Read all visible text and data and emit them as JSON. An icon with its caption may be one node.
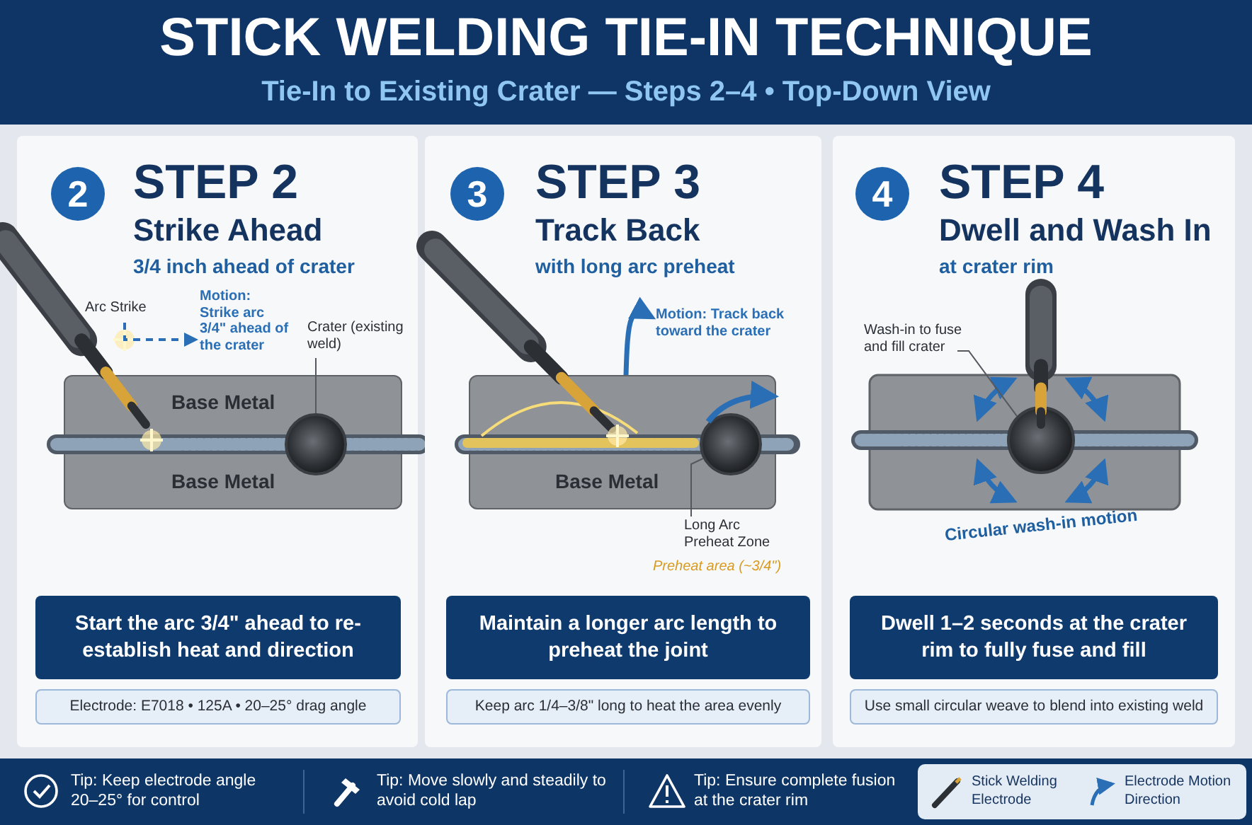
{
  "diagram": {
    "title": "STICK WELDING TIE-IN TECHNIQUE",
    "nodes": [
      {
        "text": [
          "STEP 2",
          "Strike Ahead",
          "3/4 inch ahead of crater"
        ]
      },
      {
        "text": [
          "2"
        ],
        "in": 0
      },
      {
        "text": [
          "Base Metal",
          "Base Metal"
        ],
        "in": 0
      },
      {
        "text": [],
        "shape": "circle",
        "in": 2
      },
      {
        "text": [
          "Arc Strike"
        ],
        "in": 0
      },
      {
        "text": [
          "Motion: Strike arc 3/4\" ahead of the crater"
        ],
        "in": 0
      },
      {
        "text": [
          "Crater (existing weld)"
        ],
        "in": 0
      },
      {
        "text": [
          "Start the arc 3/4\" ahead to re-establish heat and direction"
        ],
        "in": 0
      },
      {
        "text": [
          "Electrode: E7018 • 125A • 20–25° drag angle"
        ],
        "in": 0
      },
      {
        "text": [
          "STEP 3",
          "Track Back",
          "with long arc preheat"
        ]
      },
      {
        "text": [
          "3"
        ],
        "in": 9
      },
      {
        "text": [
          "Base Metal"
        ],
        "in": 9
      },
      {
        "text": [],
        "shape": "circle",
        "in": 11
      },
      {
        "text": [
          "Motion: Track back toward the crater"
        ],
        "in": 9
      },
      {
        "text": [
          "Long Arc Preheat Zone"
        ],
        "beside": [
          "Preheat area (~3/4\")"
        ],
        "in": 9
      },
      {
        "text": [
          "Maintain a longer arc length to preheat the joint"
        ],
        "in": 9
      },
      {
        "text": [
          "Keep arc 1/4–3/8\" long to heat the area evenly"
        ],
        "in": 9
      },
      {
        "text": [
          "STEP 4",
          "Dwell and Wash In",
          "at crater rim"
        ]
      },
      {
        "text": [
          "4"
        ],
        "in": 17
      },
      {
        "text": [
          "Wash-in to fuse and fill crater"
        ],
        "in": 17
      },
      {
        "text": [],
        "shape": "circle",
        "in": 17
      },
      {
        "text": [
          "Dwell 1–2 seconds at the crater rim to fully fuse and fill"
        ],
        "in": 17
      },
      {
        "text": [
          "Use small circular weave to blend into existing weld"
        ],
        "in": 17
      }
    ],
    "edges": [
      {
        "from": 4,
        "to": 5,
        "arrow": "to",
        "style": "dashed",
        "color": "#2a6fb5"
      },
      {
        "from": 6,
        "to": 3,
        "arrow": "none"
      },
      {
        "from": 11,
        "to": 13,
        "arrow": "to",
        "style": "thick",
        "color": "#2a6fb5"
      },
      {
        "from": 14,
        "to": 12,
        "arrow": "none"
      },
      {
        "from": 19,
        "to": 20,
        "arrow": "none"
      }
    ],
    "labels": [
      "Tie-In to Existing Crater — Steps 2–4 • Top-Down View",
      "Circular wash-in motion",
      "Tip: Keep electrode angle 20–25° for control",
      "Tip: Move slowly and steadily to avoid cold lap",
      "Tip: Ensure complete fusion at the crater rim"
    ],
    "legend": [
      {
        "text": "Stick Welding Electrode"
      },
      {
        "text": "Electrode Motion Direction"
      }
    ]
  }
}
